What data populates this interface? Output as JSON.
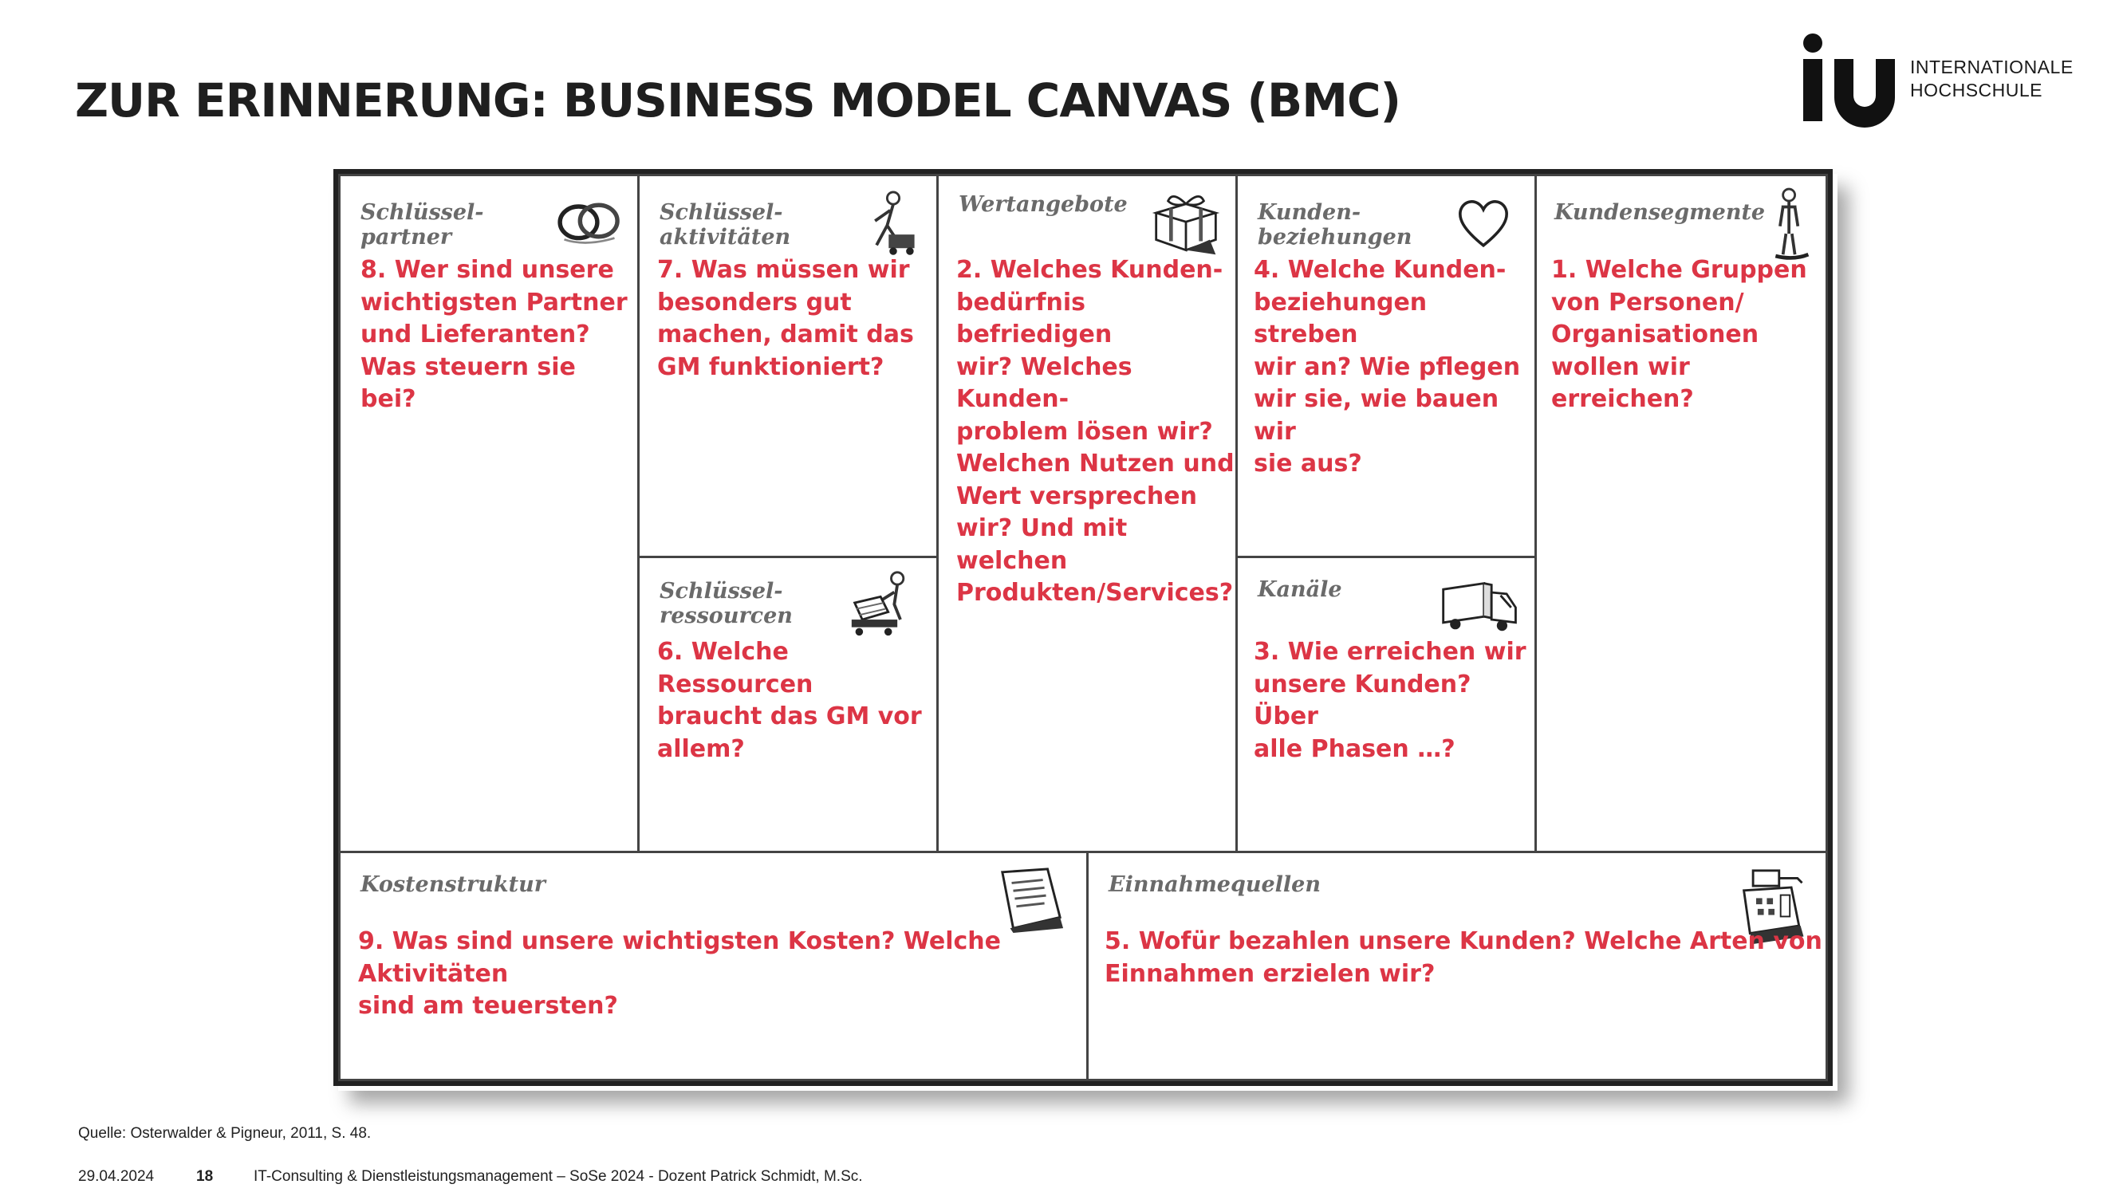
{
  "slide": {
    "title": "ZUR ERINNERUNG: BUSINESS MODEL CANVAS (BMC)",
    "source": "Quelle: Osterwalder & Pigneur, 2011, S. 48."
  },
  "logo": {
    "mark": "iu",
    "line1": "INTERNATIONALE",
    "line2": "HOCHSCHULE"
  },
  "canvas": {
    "partners": {
      "label": "Schlüssel-\npartner",
      "text": "8. Wer sind unsere\nwichtigsten Partner\nund Lieferanten?\nWas steuern sie bei?",
      "icon": "rings-icon"
    },
    "activities": {
      "label": "Schlüssel-\naktivitäten",
      "text": "7. Was müssen wir\nbesonders gut\nmachen, damit das\nGM funktioniert?",
      "icon": "worker-icon"
    },
    "resources": {
      "label": "Schlüssel-\nressourcen",
      "text": "6. Welche Ressourcen\nbraucht das GM vor\nallem?",
      "icon": "forklift-icon"
    },
    "value": {
      "label": "Wertangebote",
      "text": "2. Welches Kunden-\nbedürfnis befriedigen\nwir? Welches Kunden-\nproblem lösen wir?\nWelchen Nutzen und\nWert versprechen\nwir? Und mit welchen\nProdukten/Services?",
      "icon": "gift-icon"
    },
    "relationships": {
      "label": "Kunden-\nbeziehungen",
      "text": "4. Welche Kunden-\nbeziehungen streben\nwir an? Wie pflegen\nwir sie, wie bauen wir\nsie aus?",
      "icon": "heart-icon"
    },
    "channels": {
      "label": "Kanäle",
      "text": "3. Wie erreichen wir\nunsere Kunden? Über\nalle Phasen …?",
      "icon": "truck-icon"
    },
    "segments": {
      "label": "Kundensegmente",
      "text": "1. Welche Gruppen\nvon Personen/\nOrganisationen\nwollen wir erreichen?",
      "icon": "person-icon"
    },
    "costs": {
      "label": "Kostenstruktur",
      "text": "9. Was sind unsere wichtigsten Kosten? Welche Aktivitäten\nsind am teuersten?",
      "icon": "receipt-icon"
    },
    "revenue": {
      "label": "Einnahmequellen",
      "text": "5. Wofür bezahlen unsere Kunden? Welche Arten von\nEinnahmen erzielen wir?",
      "icon": "cash-register-icon"
    }
  },
  "colors": {
    "question": "#dc3545",
    "label": "#6a6a6a"
  },
  "footer": {
    "date": "29.04.2024",
    "page": "18",
    "course": "IT-Consulting & Dienstleistungsmanagement – SoSe 2024 - Dozent Patrick Schmidt, M.Sc."
  }
}
